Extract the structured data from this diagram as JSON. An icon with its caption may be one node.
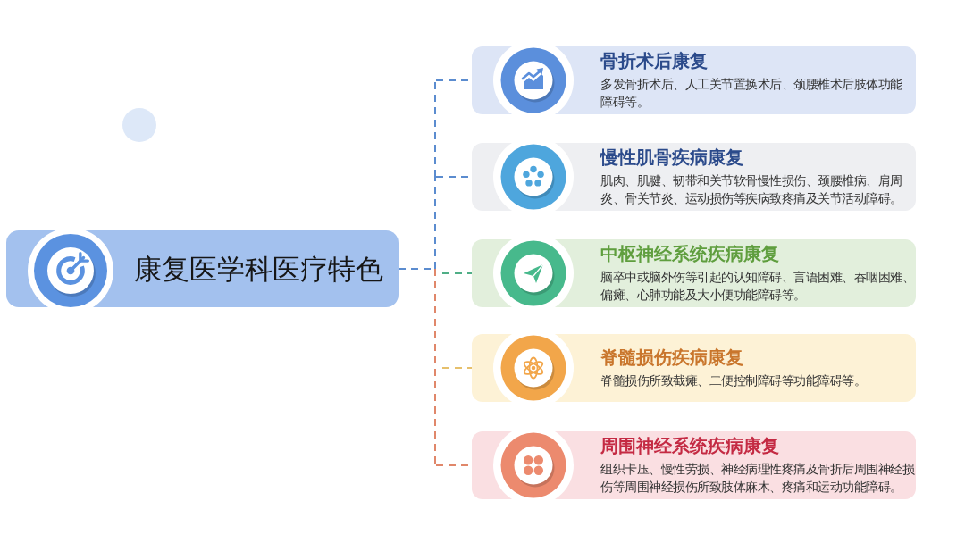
{
  "diagram": {
    "nodes": [
      {
        "text": [
          "康复医学科医疗特色"
        ]
      },
      {
        "text": [
          "骨折术后康复",
          "多发骨折术后、人工关节置换术后、颈腰椎术后肢体功能障碍等。"
        ]
      },
      {
        "text": [
          "慢性肌骨疾病康复",
          "肌肉、肌腱、韧带和关节软骨慢性损伤、颈腰椎病、肩周炎、骨关节炎、运动损伤等疾病致疼痛及关节活动障碍。"
        ]
      },
      {
        "text": [
          "中枢神经系统疾病康复",
          "脑卒中或脑外伤等引起的认知障碍、言语困难、吞咽困难、偏瘫、心肺功能及大小便功能障碍等。"
        ]
      },
      {
        "text": [
          "脊髓损伤疾病康复",
          "脊髓损伤所致截瘫、二便控制障碍等功能障碍等。"
        ]
      },
      {
        "text": [
          "周围神经系统疾病康复",
          "组织卡压、慢性劳损、神经病理性疼痛及骨折后周围神经损伤等周围神经损伤所致肢体麻木、疼痛和运动功能障碍。"
        ]
      }
    ],
    "edges": [
      {
        "from": 0,
        "to": 1,
        "arrow": "none",
        "style": "dashed",
        "color": "#5b8ccf"
      },
      {
        "from": 0,
        "to": 2,
        "arrow": "none",
        "style": "dashed",
        "color": "#5b8ccf"
      },
      {
        "from": null,
        "to": 3,
        "arrow": "none",
        "style": "dashed",
        "color": "#4fae86"
      },
      {
        "from": null,
        "to": 4,
        "arrow": "none",
        "style": "dashed",
        "color": "#e6c06c"
      },
      {
        "from": 0,
        "to": 5,
        "arrow": "none",
        "style": "dashed",
        "color": "#e0876a"
      }
    ]
  }
}
